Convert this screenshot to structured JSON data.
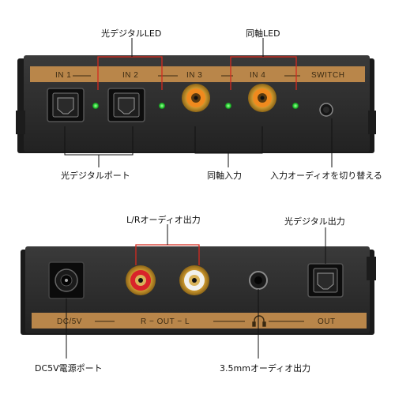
{
  "top_panel": {
    "ports": {
      "in1": "IN 1",
      "in2": "IN 2",
      "in3": "IN 3",
      "in4": "IN 4",
      "switch": "SWITCH"
    },
    "callouts": {
      "optical_led": "光デジタルLED",
      "coax_led": "同軸LED",
      "optical_port": "光デジタルポート",
      "coax_input": "同軸入力",
      "switch_input": "入力オーディオを切り替える"
    }
  },
  "bottom_panel": {
    "ports": {
      "dc": "DC/5V",
      "rl_out": "R − OUT − L",
      "out": "OUT"
    },
    "callouts": {
      "lr_audio_out": "L/Rオーディオ出力",
      "optical_out": "光デジタル出力",
      "dc_port": "DC5V電源ポート",
      "headphone_out": "3.5mmオーディオ出力"
    }
  },
  "colors": {
    "panel_body": "#2c2c2c",
    "strip": "#b9864a",
    "callout_line": "#d42a1f",
    "led_green": "#2fd23a",
    "rca_orange": "#f08a1e",
    "rca_red": "#d9232a",
    "rca_white": "#f1f1ee"
  }
}
